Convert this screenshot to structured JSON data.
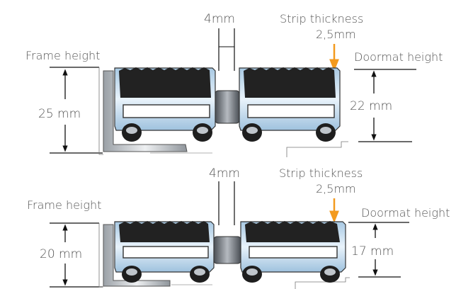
{
  "top": {
    "gap": "4mm",
    "strip_title": "Strip thickness",
    "strip_value": "2,5mm",
    "frame_label": "Frame height",
    "frame_value": "25 mm",
    "doormat_label": "Doormat height",
    "doormat_value": "22 mm"
  },
  "bottom": {
    "gap": "4mm",
    "strip_title": "Strip thickness",
    "strip_value": "2,5mm",
    "frame_label": "Frame height",
    "frame_value": "20 mm",
    "doormat_label": "Doormat height",
    "doormat_value": "17 mm"
  },
  "colors": {
    "arrow_accent": "#f39a1e",
    "frame_aluminium": "#c9ced3",
    "profile_blue": "#cfe3f2",
    "brush": "#222222",
    "rubber": "#1e1e1e",
    "text": "#555555"
  }
}
